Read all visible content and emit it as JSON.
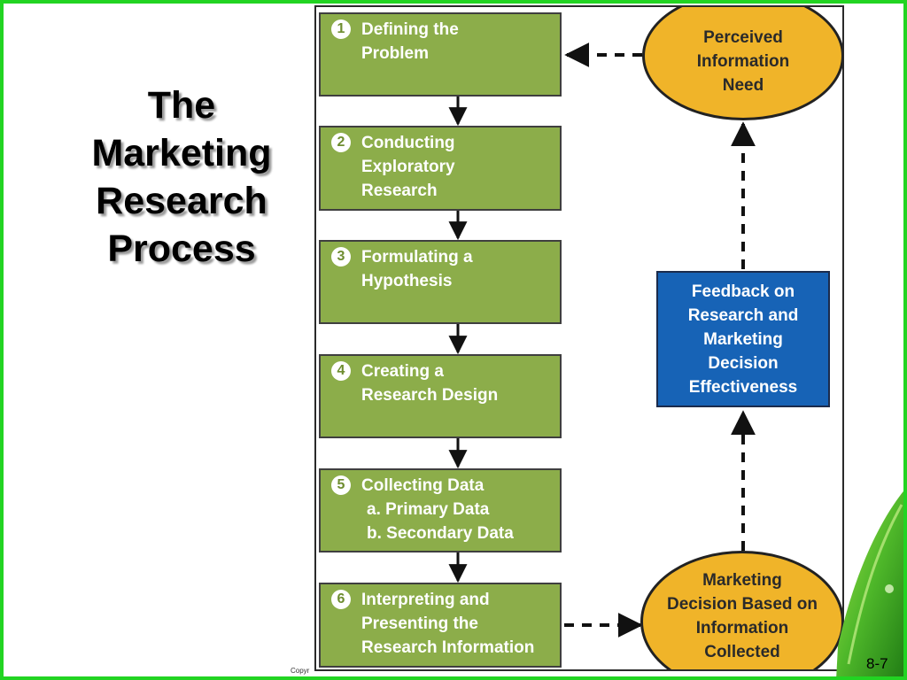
{
  "title": {
    "lines": [
      "The",
      "Marketing",
      "Research",
      "Process"
    ]
  },
  "steps": [
    {
      "number": "1",
      "lines": [
        "Defining the",
        "Problem"
      ]
    },
    {
      "number": "2",
      "lines": [
        "Conducting",
        "Exploratory",
        "Research"
      ]
    },
    {
      "number": "3",
      "lines": [
        "Formulating a",
        "Hypothesis"
      ]
    },
    {
      "number": "4",
      "lines": [
        "Creating a",
        "Research Design"
      ]
    },
    {
      "number": "5",
      "lines": [
        "Collecting Data",
        "a.  Primary Data",
        "b.  Secondary Data"
      ]
    },
    {
      "number": "6",
      "lines": [
        "Interpreting and",
        "Presenting the",
        "Research Information"
      ]
    }
  ],
  "perceived_need": {
    "lines": [
      "Perceived",
      "Information",
      "Need"
    ]
  },
  "feedback": {
    "lines": [
      "Feedback on",
      "Research and",
      "Marketing",
      "Decision",
      "Effectiveness"
    ]
  },
  "decision": {
    "lines": [
      "Marketing",
      "Decision Based on",
      "Information",
      "Collected"
    ]
  },
  "footer": {
    "page_number": "8-7",
    "copyright": "Copyr"
  },
  "colors": {
    "step_fill": "#8cad4a",
    "ellipse_fill": "#f0b429",
    "feedback_fill": "#1763b6",
    "frame_border": "#22d422"
  }
}
